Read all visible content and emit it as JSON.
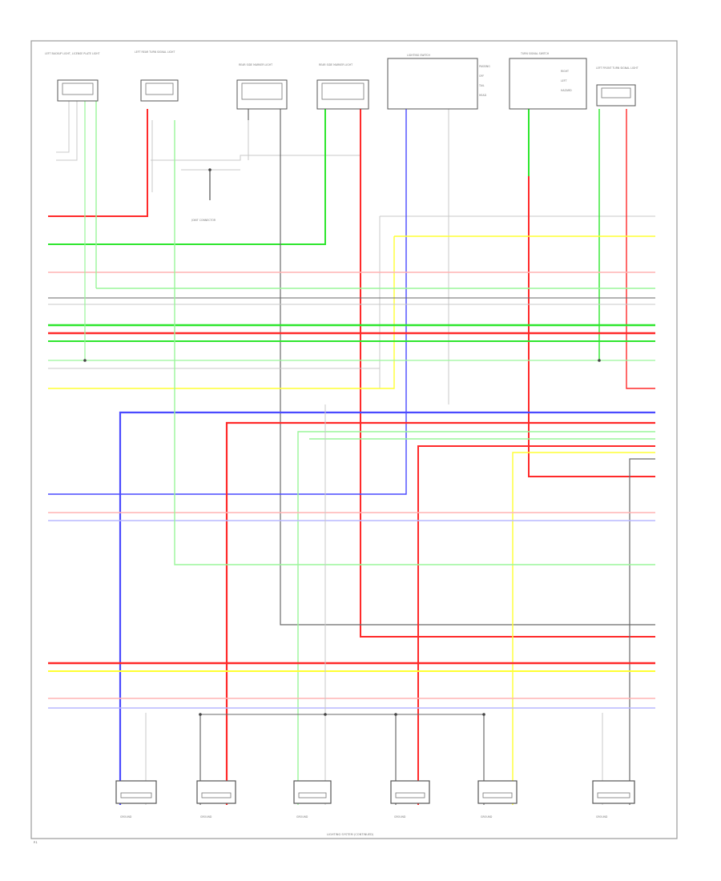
{
  "colors": {
    "red": "#ff2a2a",
    "green": "#2ee62e",
    "light_green": "#9af59a",
    "blue": "#4a4aff",
    "light_blue": "#b8b8ff",
    "yellow": "#ffff33",
    "pink": "#ffb3b3",
    "gray": "#6a6a6a",
    "light_gray": "#c8c8c8",
    "black": "#222222"
  },
  "components": [
    {
      "id": "comp-1",
      "label": "LEFT BACKUP LIGHT, LICENSE PLATE LIGHT"
    },
    {
      "id": "comp-2",
      "label": "LEFT REAR TURN SIGNAL LIGHT"
    },
    {
      "id": "comp-3",
      "label": "REAR SIDE MARKER LIGHT"
    },
    {
      "id": "comp-4",
      "label": "REAR SIDE MARKER LIGHT"
    },
    {
      "id": "comp-5",
      "label": "LIGHTING SWITCH",
      "notes": [
        "PASSING",
        "OFF",
        "TAIL",
        "HEAD"
      ]
    },
    {
      "id": "comp-6",
      "label": "TURN SIGNAL SWITCH",
      "notes": [
        "RIGHT",
        "LEFT",
        "HAZARD"
      ]
    },
    {
      "id": "comp-7",
      "label": "LEFT FRONT TURN SIGNAL LIGHT"
    }
  ],
  "junction": {
    "label": "JOINT CONNECTOR"
  },
  "grounds": [
    {
      "label": "GROUND"
    },
    {
      "label": "GROUND"
    },
    {
      "label": "GROUND"
    },
    {
      "label": "GROUND"
    },
    {
      "label": "GROUND"
    },
    {
      "label": "GROUND"
    }
  ],
  "bottom_caption": "LIGHTING SYSTEM (CONTINUED)",
  "page_ref": "P.1"
}
